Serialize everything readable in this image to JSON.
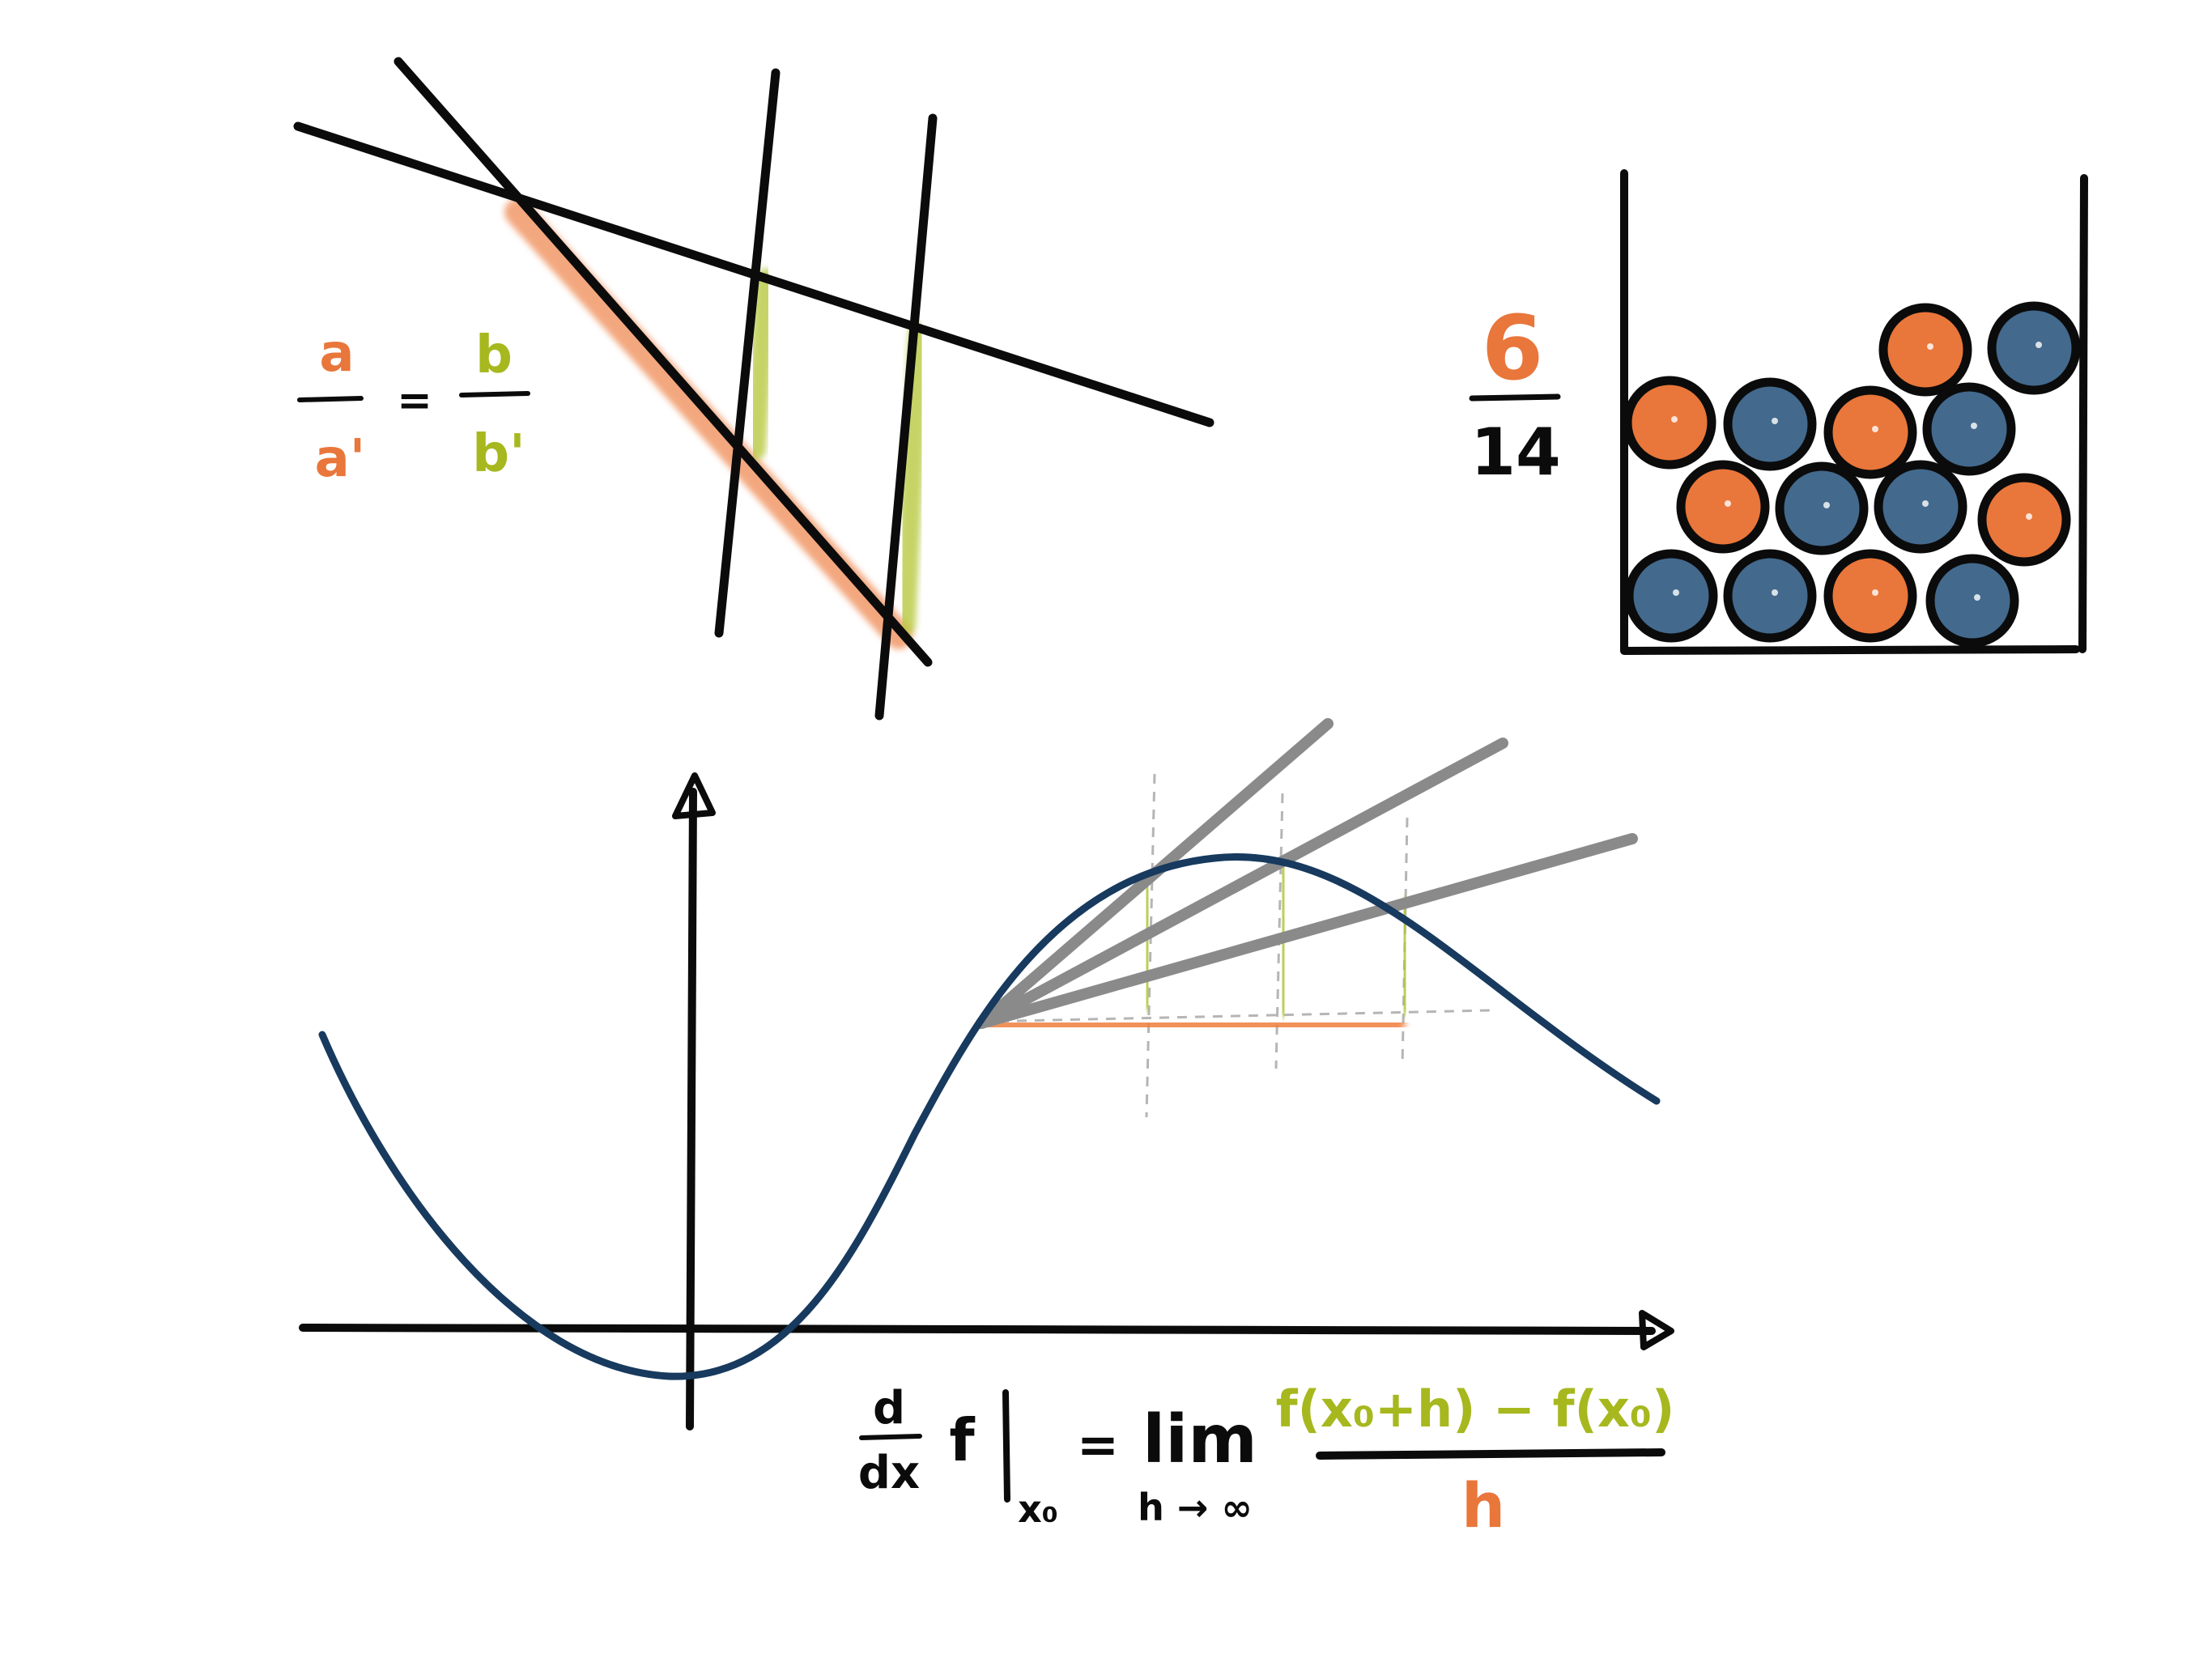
{
  "colors": {
    "ink": "#0b0b0b",
    "orange": "#e9763a",
    "orange_light": "#f0a070",
    "green": "#a6b81e",
    "green_light": "#c6d46a",
    "navy": "#173a5e",
    "blue_ball": "#43698d",
    "gray": "#8a8a8a",
    "dashed": "#b5b5b5"
  },
  "intercept_theorem": {
    "numerator_left": "a",
    "denominator_left": "a'",
    "equals": "=",
    "numerator_right": "b",
    "denominator_right": "b'"
  },
  "probability": {
    "numerator": "6",
    "denominator": "14",
    "balls_orange": 6,
    "balls_blue": 8
  },
  "derivative": {
    "d_top": "d",
    "d_bottom": "dx",
    "f": "f",
    "eval_point": "x₀",
    "equals": "=",
    "lim": "lim",
    "lim_sub": "h → ∞",
    "numerator": "f(x₀+h) − f(x₀)",
    "denominator": "h"
  }
}
